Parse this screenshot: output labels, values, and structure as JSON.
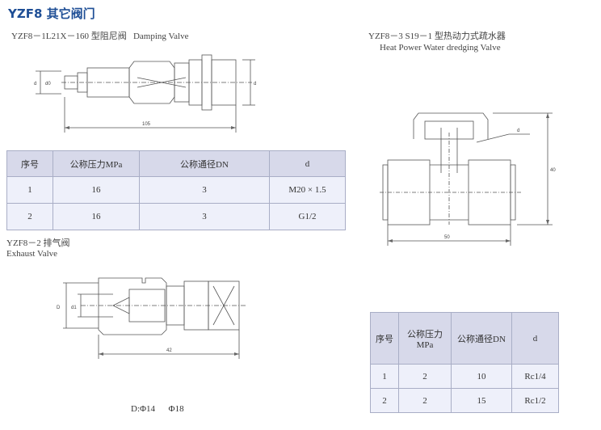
{
  "page": {
    "title": "YZF8 其它阀门"
  },
  "damping": {
    "code": "YZF8－1L21X－160",
    "name_cn": "型阻尼阀",
    "name_en": "Damping Valve",
    "dims": {
      "d": "d",
      "d0": "d0",
      "length": "105",
      "d_right": "d"
    },
    "table": {
      "headers": [
        "序号",
        "公称压力MPa",
        "公称通径DN",
        "d"
      ],
      "rows": [
        [
          "1",
          "16",
          "3",
          "M20 × 1.5"
        ],
        [
          "2",
          "16",
          "3",
          "G1/2"
        ]
      ]
    }
  },
  "trap": {
    "code": "YZF8－3 S19－1",
    "name_cn": "型热动力式疏水器",
    "name_en": "Heat Power Water dredging Valve",
    "dims": {
      "d": "d",
      "height": "40",
      "length": "50"
    },
    "table": {
      "headers": [
        "序号",
        "公称压力\nMPa",
        "公称通径DN",
        "d"
      ],
      "rows": [
        [
          "1",
          "2",
          "10",
          "Rc1/4"
        ],
        [
          "2",
          "2",
          "15",
          "Rc1/2"
        ]
      ]
    }
  },
  "exhaust": {
    "code": "YZF8－2",
    "name_cn": "排气阀",
    "name_en": "Exhaust Valve",
    "dims": {
      "D": "D",
      "d": "d1",
      "length": "42"
    },
    "footnote": "D:Φ14      Φ18"
  }
}
